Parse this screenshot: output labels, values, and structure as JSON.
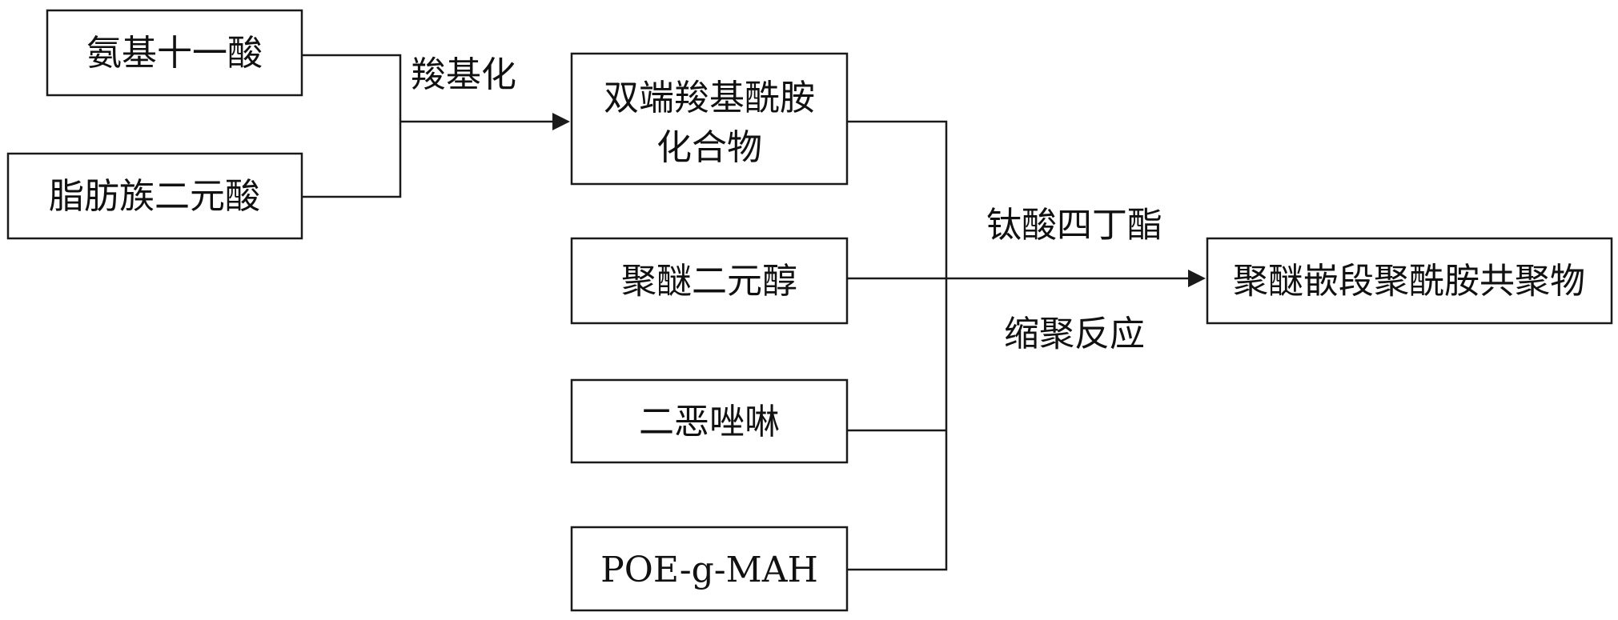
{
  "nodes": {
    "aminoundecanoic_acid": "氨基十一酸",
    "aliphatic_diacid": "脂肪族二元酸",
    "dicarboxyl_amide_line1": "双端羧基酰胺",
    "dicarboxyl_amide_line2": "化合物",
    "polyether_diol": "聚醚二元醇",
    "bisoxazoline": "二恶唑啉",
    "poe_g_mah": "POE-g-MAH",
    "product": "聚醚嵌段聚酰胺共聚物"
  },
  "edge_labels": {
    "carboxylation": "羧基化",
    "catalyst": "钛酸四丁酯",
    "reaction": "缩聚反应"
  },
  "colors": {
    "stroke": "#1a1a1a",
    "text": "#111111",
    "background": "#ffffff"
  }
}
